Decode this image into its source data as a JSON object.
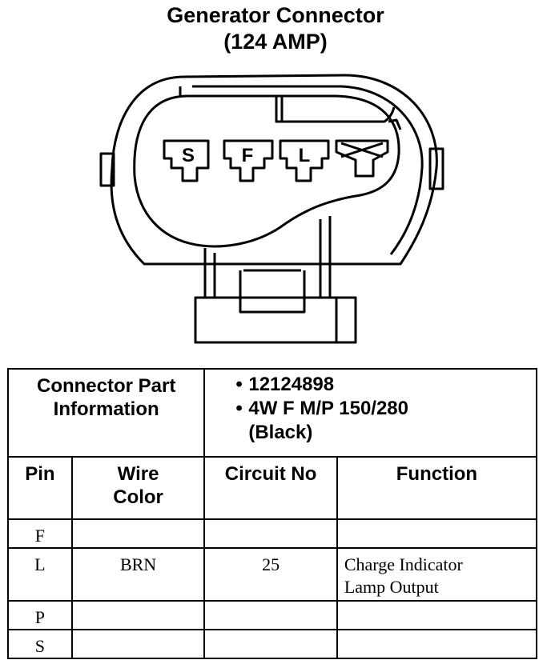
{
  "title": {
    "line1": "Generator Connector",
    "line2": "(124 AMP)"
  },
  "connector": {
    "cavities": [
      {
        "label": "S"
      },
      {
        "label": "F"
      },
      {
        "label": "L"
      },
      {
        "label": "",
        "icon": "x-mark-icon"
      }
    ]
  },
  "part_info": {
    "label_line1": "Connector Part",
    "label_line2": "Information",
    "bullet": "•",
    "part_number": "12124898",
    "spec_line1": "4W F M/P 150/280",
    "spec_line2": "(Black)"
  },
  "columns": {
    "pin": "Pin",
    "wire_color_line1": "Wire",
    "wire_color_line2": "Color",
    "circuit": "Circuit No",
    "function": "Function"
  },
  "rows": [
    {
      "pin": "F",
      "wire_color": "",
      "circuit": "",
      "function_line1": "",
      "function_line2": ""
    },
    {
      "pin": "L",
      "wire_color": "BRN",
      "circuit": "25",
      "function_line1": "Charge Indicator",
      "function_line2": "Lamp Output"
    },
    {
      "pin": "P",
      "wire_color": "",
      "circuit": "",
      "function_line1": "",
      "function_line2": ""
    },
    {
      "pin": "S",
      "wire_color": "",
      "circuit": "",
      "function_line1": "",
      "function_line2": ""
    }
  ]
}
